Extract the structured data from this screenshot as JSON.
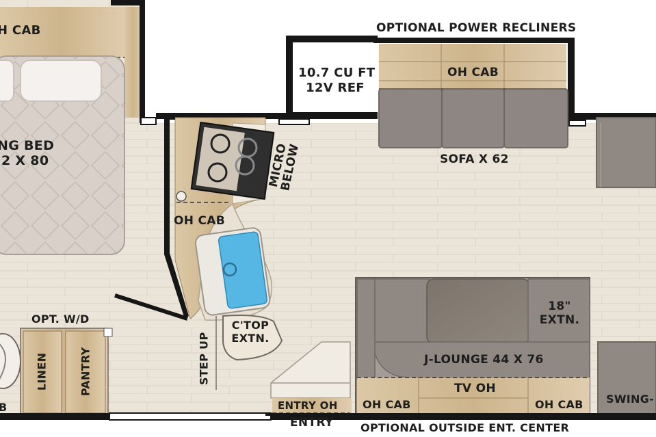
{
  "labels": {
    "oh_cab_bedroom": "H CAB",
    "king_bed_1": "NG BED",
    "king_bed_2": "2 X 80",
    "optional_power_recliners": "OPTIONAL POWER RECLINERS",
    "ref_1": "10.7 CU FT",
    "ref_2": "12V REF",
    "sofa_oh_cab": "OH CAB",
    "sofa": "SOFA X 62",
    "micro_1": "MICRO",
    "micro_2": "BELOW",
    "kitchen_oh_cab": "OH CAB",
    "ctop_1": "C'TOP",
    "ctop_2": "EXTN.",
    "step_up": "STEP UP",
    "opt_wd": "OPT. W/D",
    "linen": "LINEN",
    "pantry": "PANTRY",
    "entry_oh": "ENTRY OH",
    "entry": "ENTRY",
    "extn_1": "18\"",
    "extn_2": "EXTN.",
    "j_lounge": "J-LOUNGE 44 X 76",
    "tv_oh": "TV OH",
    "oh_cab_left": "OH CAB",
    "oh_cab_right": "OH CAB",
    "swing": "SWING-",
    "optional_outside_ent": "OPTIONAL OUTSIDE ENT. CENTER",
    "b_fragment": "B"
  },
  "colors": {
    "floor": "#ece6da",
    "wall": "#161616",
    "wood": "#d8c3a1",
    "cushion": "#8d8682",
    "bed": "#d9d2cb",
    "sink": "#56b7e4"
  }
}
